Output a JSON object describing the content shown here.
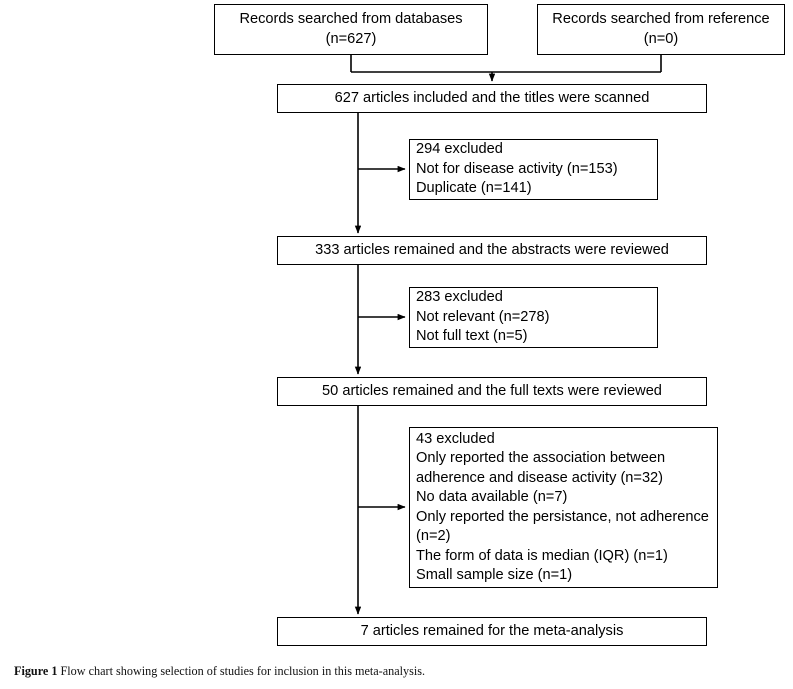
{
  "figure": {
    "caption_label": "Figure",
    "caption_number": "1",
    "caption_text": "Flow chart showing selection of studies for inclusion in this meta-analysis."
  },
  "chart_data": {
    "type": "diagram",
    "diagram_kind": "prisma-flow-chart",
    "title": "Flow chart showing selection of studies for inclusion in this meta-analysis",
    "nodes": [
      {
        "id": "records-databases",
        "label": "Records searched from databases\n(n=627)",
        "count": 627,
        "role": "identification-source"
      },
      {
        "id": "records-reference",
        "label": "Records searched from reference\n(n=0)",
        "count": 0,
        "role": "identification-source"
      },
      {
        "id": "titles-scanned",
        "label": "627 articles included and the titles were scanned",
        "count": 627,
        "role": "screening"
      },
      {
        "id": "excluded-titles",
        "label": "294 excluded\nNot for disease activity (n=153)\nDuplicate (n=141)",
        "count": 294,
        "role": "exclusion"
      },
      {
        "id": "abstracts-reviewed",
        "label": "333 articles remained and the abstracts were reviewed",
        "count": 333,
        "role": "screening"
      },
      {
        "id": "excluded-abstracts",
        "label": "283 excluded\nNot relevant (n=278)\nNot full text (n=5)",
        "count": 283,
        "role": "exclusion"
      },
      {
        "id": "fulltext-reviewed",
        "label": "50 articles remained and the full texts were reviewed",
        "count": 50,
        "role": "eligibility"
      },
      {
        "id": "excluded-fulltext",
        "label": "43 excluded\nOnly reported the association between adherence and disease activity (n=32)\nNo data available (n=7)\nOnly reported the persistance, not adherence (n=2)\nThe form of data is median (IQR) (n=1)\nSmall sample size (n=1)",
        "count": 43,
        "role": "exclusion"
      },
      {
        "id": "included-final",
        "label": "7 articles remained for the meta-analysis",
        "count": 7,
        "role": "included"
      }
    ],
    "edges": [
      {
        "from": "records-databases",
        "to": "titles-scanned"
      },
      {
        "from": "records-reference",
        "to": "titles-scanned"
      },
      {
        "from": "titles-scanned",
        "to": "excluded-titles"
      },
      {
        "from": "titles-scanned",
        "to": "abstracts-reviewed"
      },
      {
        "from": "abstracts-reviewed",
        "to": "excluded-abstracts"
      },
      {
        "from": "abstracts-reviewed",
        "to": "fulltext-reviewed"
      },
      {
        "from": "fulltext-reviewed",
        "to": "excluded-fulltext"
      },
      {
        "from": "fulltext-reviewed",
        "to": "included-final"
      }
    ],
    "colors": {
      "stroke": "#000000",
      "fill": "#ffffff",
      "text": "#000000"
    }
  },
  "boxes": {
    "records_databases": "Records searched from databases\n(n=627)",
    "records_reference": "Records searched from reference\n(n=0)",
    "titles_scanned": "627 articles included and the titles were scanned",
    "excluded_titles": "294 excluded\nNot for disease activity (n=153)\nDuplicate (n=141)",
    "abstracts_reviewed": "333 articles remained and the abstracts were reviewed",
    "excluded_abstracts": "283 excluded\nNot relevant (n=278)\nNot full text (n=5)",
    "fulltext_reviewed": "50 articles remained and the full texts were reviewed",
    "excluded_fulltext": "43 excluded\nOnly reported the association between adherence and disease activity (n=32)\nNo data available (n=7)\nOnly reported the persistance, not adherence (n=2)\nThe form of data is median (IQR) (n=1)\nSmall sample size (n=1)",
    "included_final": "7 articles remained for the meta-analysis"
  }
}
